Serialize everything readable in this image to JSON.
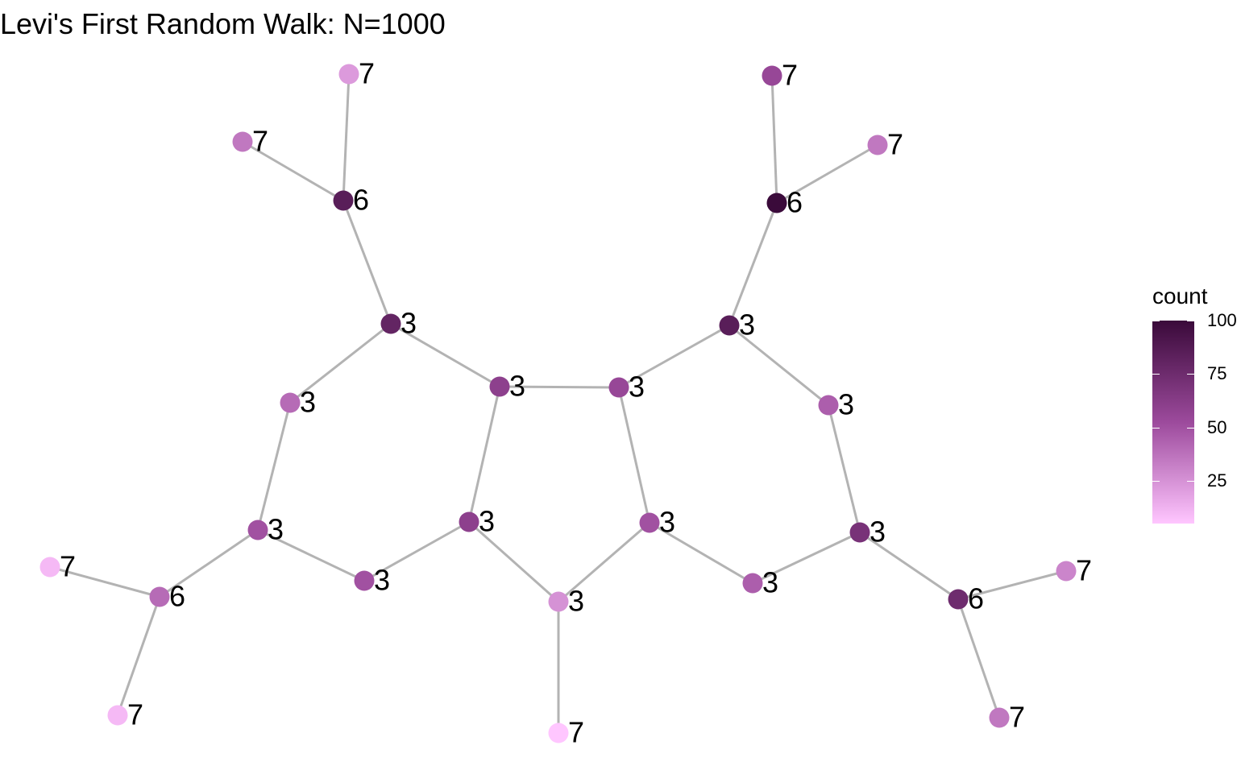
{
  "title": "Levi's First Random Walk: N=1000",
  "legend": {
    "title": "count",
    "min": 5,
    "max": 100,
    "ticks": [
      {
        "value": 100,
        "label": "100"
      },
      {
        "value": 75,
        "label": "75"
      },
      {
        "value": 50,
        "label": "50"
      },
      {
        "value": 25,
        "label": "25"
      }
    ],
    "color_low": "#ffc6ff",
    "color_mid": "#9c4a9c",
    "color_high": "#3a0a3a"
  },
  "colors": {
    "edge": "#b3b3b3"
  },
  "graph": {
    "nodes": [
      {
        "id": "n1",
        "label": "7",
        "count": 22
      },
      {
        "id": "n2",
        "label": "7",
        "count": 35
      },
      {
        "id": "n3",
        "label": "6",
        "count": 85
      },
      {
        "id": "n4",
        "label": "3",
        "count": 80
      },
      {
        "id": "n5",
        "label": "3",
        "count": 40
      },
      {
        "id": "n6",
        "label": "3",
        "count": 60
      },
      {
        "id": "n7",
        "label": "3",
        "count": 55
      },
      {
        "id": "n8",
        "label": "3",
        "count": 85
      },
      {
        "id": "n9",
        "label": "6",
        "count": 100
      },
      {
        "id": "n10",
        "label": "7",
        "count": 55
      },
      {
        "id": "n11",
        "label": "7",
        "count": 35
      },
      {
        "id": "n12",
        "label": "3",
        "count": 45
      },
      {
        "id": "n13",
        "label": "3",
        "count": 50
      },
      {
        "id": "n14",
        "label": "3",
        "count": 60
      },
      {
        "id": "n15",
        "label": "3",
        "count": 50
      },
      {
        "id": "n16",
        "label": "3",
        "count": 70
      },
      {
        "id": "n17",
        "label": "6",
        "count": 40
      },
      {
        "id": "n18",
        "label": "7",
        "count": 10
      },
      {
        "id": "n19",
        "label": "7",
        "count": 10
      },
      {
        "id": "n20",
        "label": "3",
        "count": 50
      },
      {
        "id": "n21",
        "label": "3",
        "count": 25
      },
      {
        "id": "n22",
        "label": "7",
        "count": 5
      },
      {
        "id": "n23",
        "label": "3",
        "count": 45
      },
      {
        "id": "n24",
        "label": "6",
        "count": 75
      },
      {
        "id": "n25",
        "label": "7",
        "count": 30
      },
      {
        "id": "n26",
        "label": "7",
        "count": 35
      }
    ],
    "edges": [
      [
        "n1",
        "n3"
      ],
      [
        "n2",
        "n3"
      ],
      [
        "n3",
        "n4"
      ],
      [
        "n4",
        "n5"
      ],
      [
        "n4",
        "n6"
      ],
      [
        "n6",
        "n7"
      ],
      [
        "n7",
        "n8"
      ],
      [
        "n8",
        "n9"
      ],
      [
        "n9",
        "n10"
      ],
      [
        "n9",
        "n11"
      ],
      [
        "n8",
        "n12"
      ],
      [
        "n12",
        "n16"
      ],
      [
        "n5",
        "n13"
      ],
      [
        "n13",
        "n17"
      ],
      [
        "n17",
        "n18"
      ],
      [
        "n17",
        "n19"
      ],
      [
        "n13",
        "n20"
      ],
      [
        "n20",
        "n14"
      ],
      [
        "n6",
        "n14"
      ],
      [
        "n14",
        "n21"
      ],
      [
        "n21",
        "n22"
      ],
      [
        "n21",
        "n15"
      ],
      [
        "n7",
        "n15"
      ],
      [
        "n15",
        "n23"
      ],
      [
        "n23",
        "n16"
      ],
      [
        "n16",
        "n24"
      ],
      [
        "n24",
        "n25"
      ],
      [
        "n24",
        "n26"
      ]
    ]
  }
}
